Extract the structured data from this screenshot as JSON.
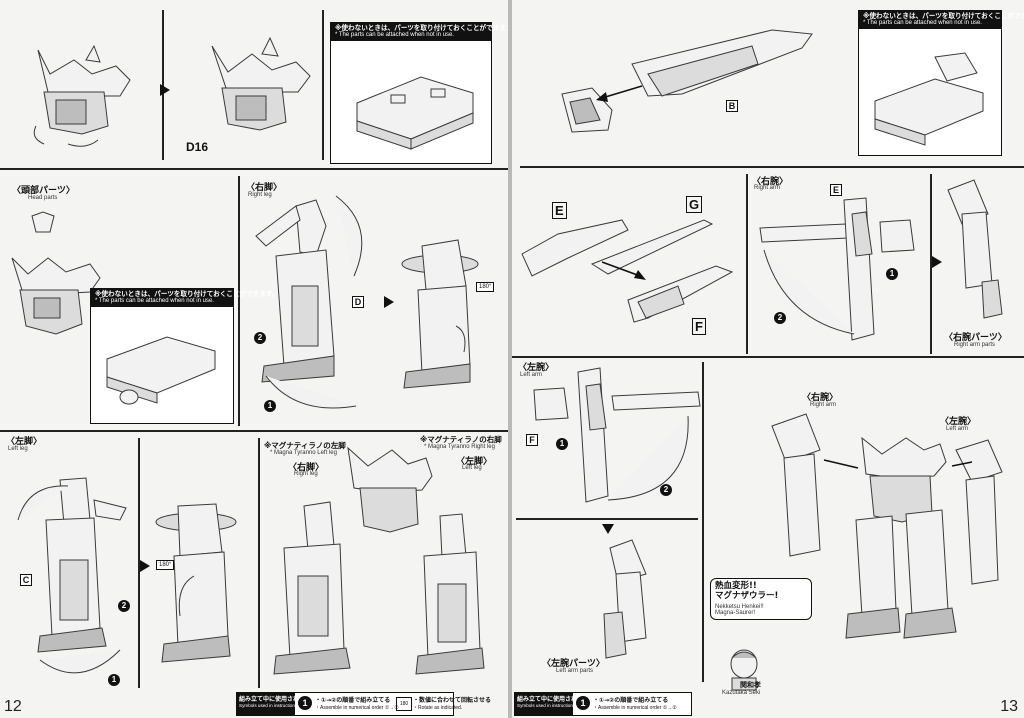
{
  "colors": {
    "paper": "#f4f4f2",
    "ink": "#111111",
    "line_art": "#3a3a3a",
    "gutter": "#b9b9b9"
  },
  "left_page": {
    "page_number": "12",
    "part_code": "D16",
    "note": {
      "jp": "※使わないときは、パーツを取り付けておくことができます。",
      "en": "* The parts can be attached when not in use."
    },
    "head": {
      "jp": "〈頭部パーツ〉",
      "en": "Head parts"
    },
    "right_leg": {
      "jp": "〈右脚〉",
      "en": "Right leg",
      "tag": "D"
    },
    "left_leg": {
      "jp": "〈左脚〉",
      "en": "Left leg",
      "tag": "C"
    },
    "magna_left": {
      "jp": "※マグナティラノの左脚",
      "en": "* Magna Tyranno Left leg"
    },
    "magna_right": {
      "jp": "※マグナティラノの右脚",
      "en": "* Magna Tyranno Right leg"
    },
    "sub_right_leg": {
      "jp": "〈右脚〉",
      "en": "Right leg"
    },
    "sub_left_leg": {
      "jp": "〈左脚〉",
      "en": "Left leg"
    },
    "rotate_icon": "180°"
  },
  "right_page": {
    "page_number": "13",
    "note": {
      "jp": "※使わないときは、パーツを取り付けておくことができます。",
      "en": "* The parts can be attached when not in use."
    },
    "tags": {
      "b": "B",
      "e1": "E",
      "e2": "E",
      "g": "G",
      "f1": "F",
      "f2": "F"
    },
    "right_arm": {
      "jp": "〈右腕〉",
      "en": "Right arm"
    },
    "right_arm_parts": {
      "jp": "〈右腕パーツ〉",
      "en": "Right arm parts"
    },
    "left_arm": {
      "jp": "〈左腕〉",
      "en": "Left arm"
    },
    "left_arm_parts": {
      "jp": "〈左腕パーツ〉",
      "en": "Left arm parts"
    },
    "final_right_arm": {
      "jp": "〈右腕〉",
      "en": "Right arm"
    },
    "final_left_arm": {
      "jp": "〈左腕〉",
      "en": "Left arm"
    },
    "speech_jp_1": "熱血変形!!",
    "speech_jp_2": "マグナザウラー!",
    "speech_en_1": "Nekketsu Henkei!!",
    "speech_en_2": "Magna-Saurer!",
    "author_jp": "関和孝",
    "author_en": "Kazutaka Seki"
  },
  "legend": {
    "title_jp": "組み立て中に使用されているアイコン",
    "title_en": "Symbols used in instructions",
    "order_icon": "1",
    "order_jp": "・①→②の順番で組み立てる",
    "order_en": "・Assemble in numerical order ①→②",
    "rotate_icon": "180",
    "rotate_jp": "・数値に合わせて回転させる",
    "rotate_en": "・Rotate as indicated."
  },
  "steps": {
    "one": "1",
    "two": "2"
  }
}
